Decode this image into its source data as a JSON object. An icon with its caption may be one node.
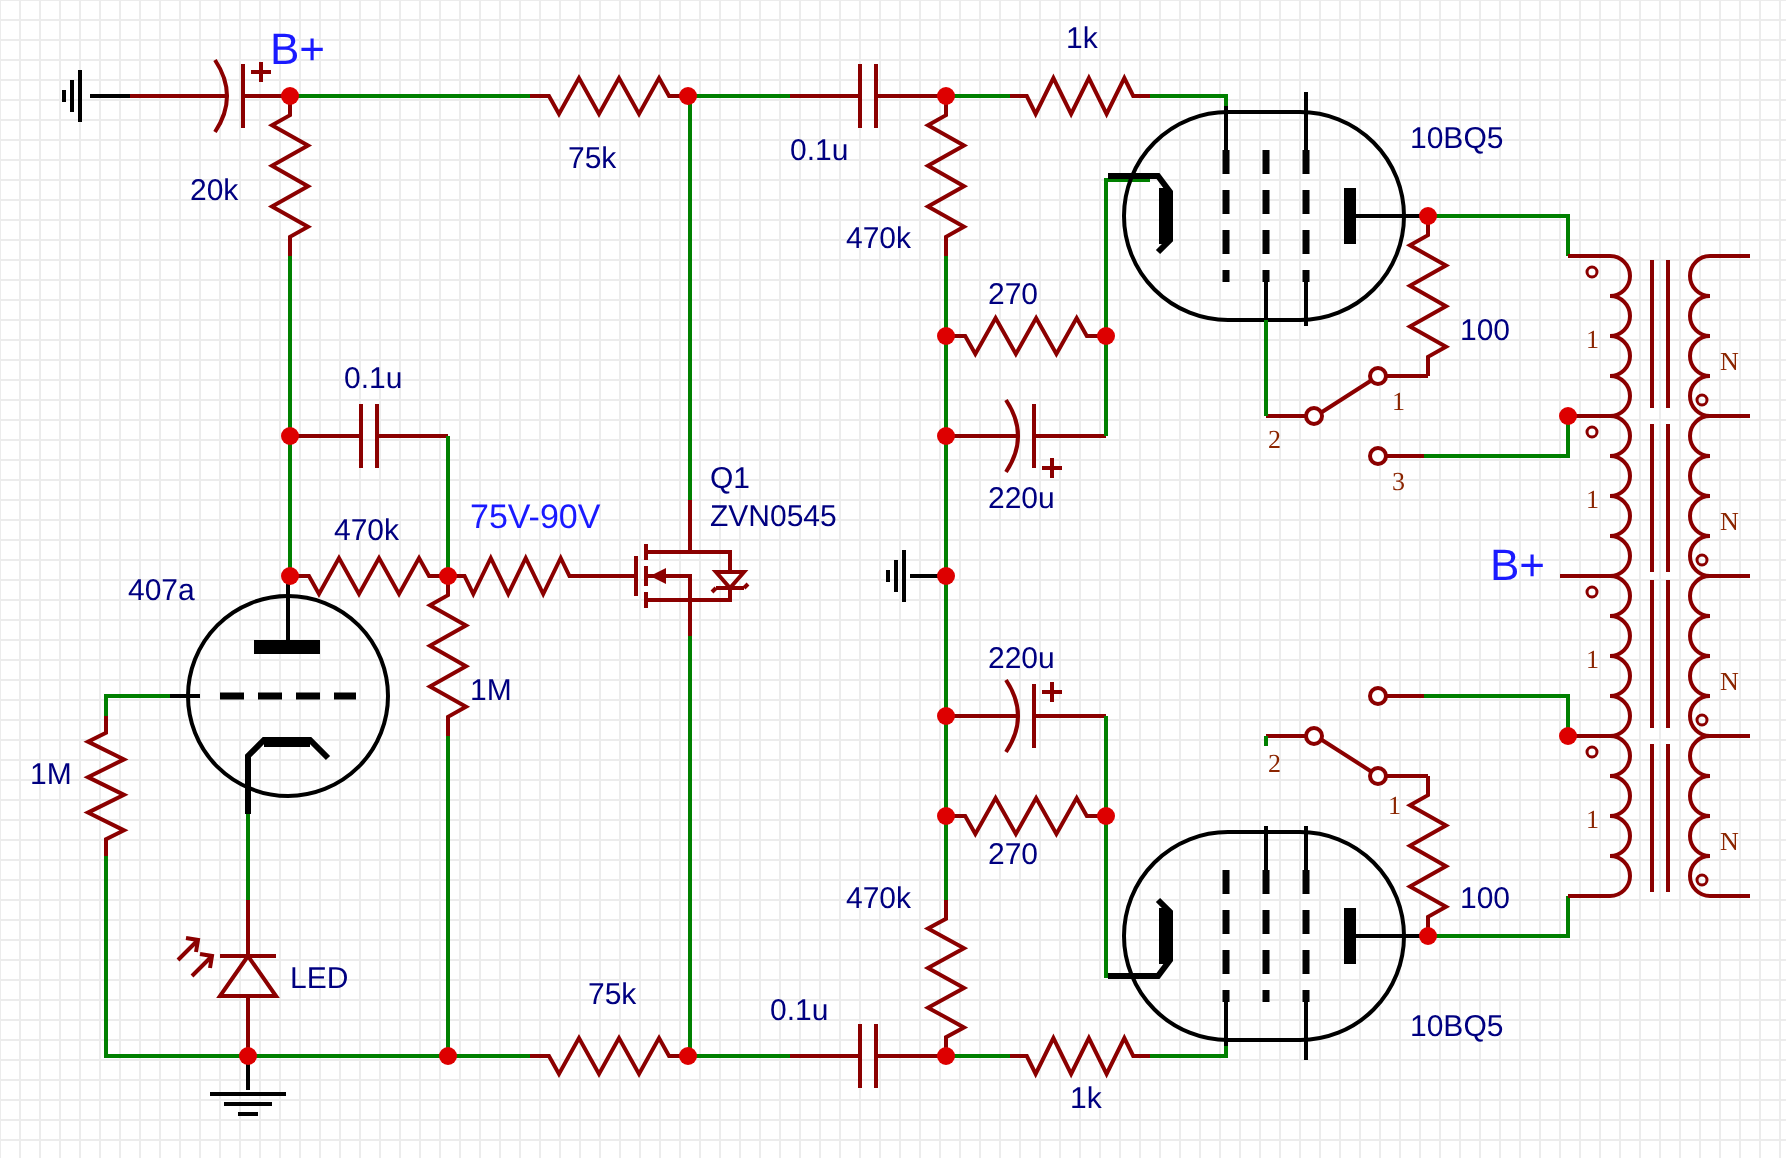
{
  "diagram": {
    "labels": [
      "B+",
      "1k",
      "20k",
      "75k",
      "0.1u",
      "10BQ5",
      "470k",
      "270",
      "100",
      "1",
      "N",
      "0.1u",
      "2",
      "1",
      "470k",
      "75V-90V",
      "Q1",
      "ZVN0545",
      "220u",
      "3",
      "1",
      "N",
      "407a",
      "B+",
      "1M",
      "220u",
      "1",
      "N",
      "1M",
      "2",
      "1",
      "1",
      "N",
      "470k",
      "270",
      "100",
      "LED",
      "75k",
      "0.1u",
      "10BQ5",
      "1k"
    ]
  }
}
